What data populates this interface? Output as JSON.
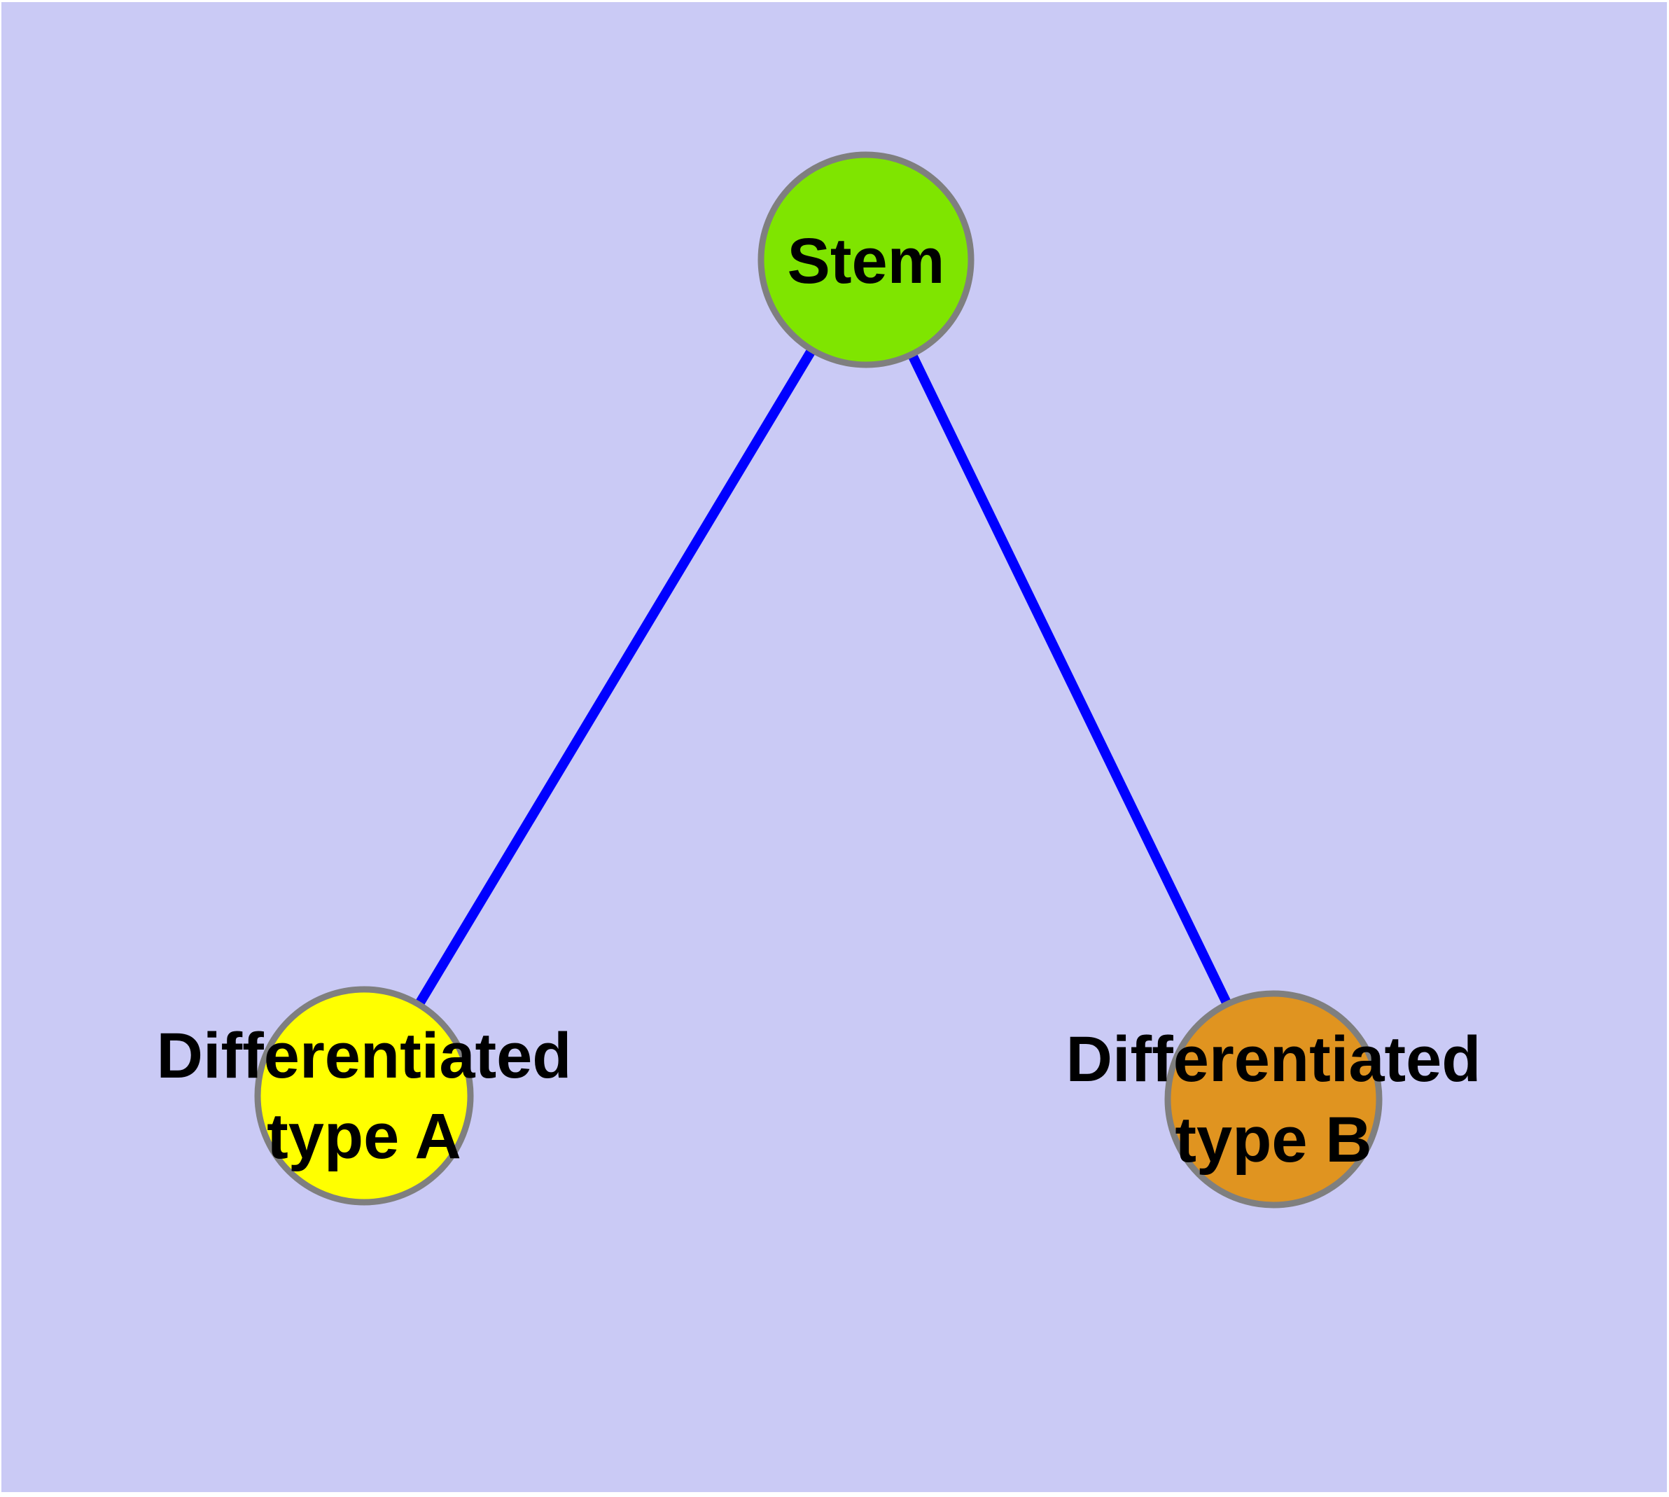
{
  "diagram": {
    "type": "node-link-graph",
    "colors": {
      "background": "#cacaf5",
      "page_border": "#ffffff",
      "edge": "#0000ff",
      "node_border": "#7f7f7f",
      "label_text": "#000000"
    },
    "nodes": [
      {
        "id": "stem",
        "label": "Stem",
        "fill": "#7fe500",
        "lines": [
          "Stem"
        ]
      },
      {
        "id": "differentiated-type-a",
        "label": "Differentiated type A",
        "fill": "#ffff00",
        "lines": [
          "Differentiated",
          "type A"
        ]
      },
      {
        "id": "differentiated-type-b",
        "label": "Differentiated type B",
        "fill": "#e09420",
        "lines": [
          "Differentiated",
          "type B"
        ]
      }
    ],
    "edges": [
      {
        "source": "Stem",
        "target": "Differentiated type A"
      },
      {
        "source": "Stem",
        "target": "Differentiated type B"
      }
    ]
  }
}
